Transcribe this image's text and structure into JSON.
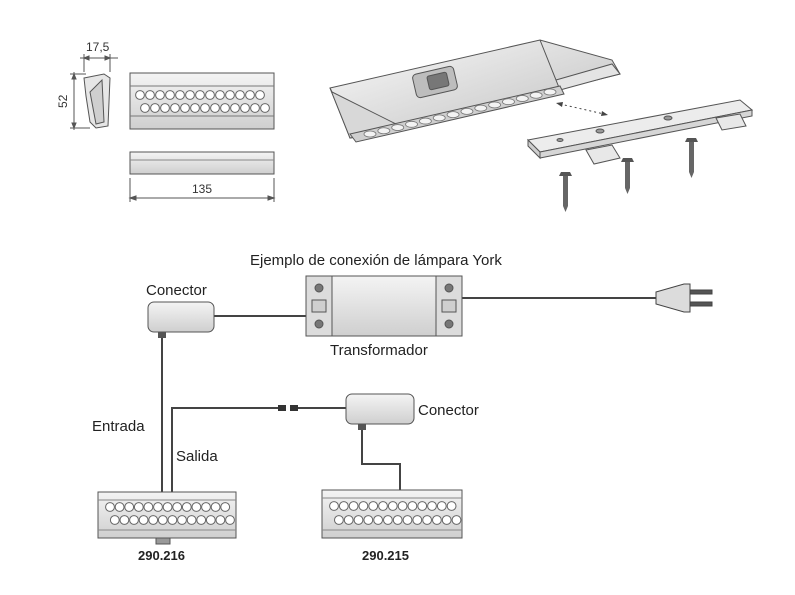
{
  "dimensions": {
    "width": "17,5",
    "height": "52",
    "length": "135"
  },
  "diagram": {
    "title": "Ejemplo de conexión de lámpara York",
    "connector_top_label": "Conector",
    "transformer_label": "Transformador",
    "connector_right_label": "Conector",
    "input_label": "Entrada",
    "output_label": "Salida",
    "lamp_left_code": "290.216",
    "lamp_right_code": "290.215"
  },
  "colors": {
    "line": "#444444",
    "fill_light": "#ececec",
    "fill_mid": "#d6d6d6",
    "stroke": "#555555"
  }
}
